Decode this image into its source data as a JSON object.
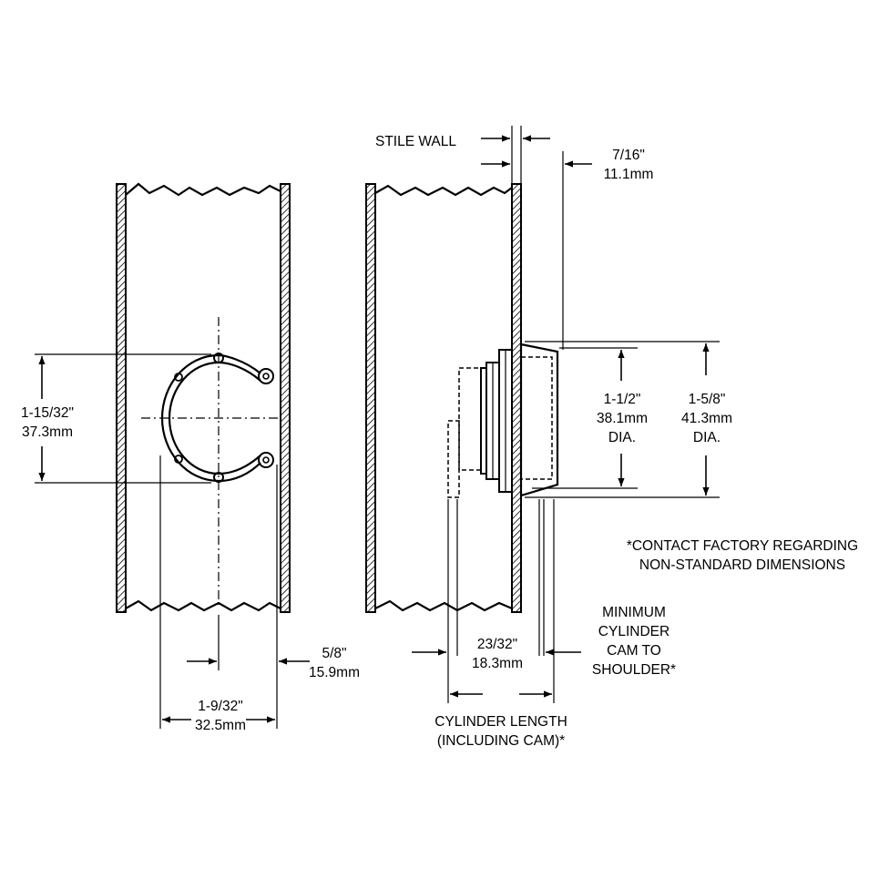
{
  "colors": {
    "line": "#000000",
    "background": "#ffffff"
  },
  "labels": {
    "stile_wall": "STILE WALL",
    "dim_7_16": {
      "in": "7/16\"",
      "mm": "11.1mm"
    },
    "dim_1_15_32": {
      "in": "1-15/32\"",
      "mm": "37.3mm"
    },
    "dim_1_1_2": {
      "in": "1-1/2\"",
      "mm": "38.1mm",
      "suffix": "DIA."
    },
    "dim_1_5_8": {
      "in": "1-5/8\"",
      "mm": "41.3mm",
      "suffix": "DIA."
    },
    "note": {
      "line1": "*CONTACT FACTORY REGARDING",
      "line2": "NON-STANDARD DIMENSIONS"
    },
    "min_cam": {
      "line1": "MINIMUM",
      "line2": "CYLINDER",
      "line3": "CAM TO",
      "line4": "SHOULDER*"
    },
    "dim_5_8": {
      "in": "5/8\"",
      "mm": "15.9mm"
    },
    "dim_23_32": {
      "in": "23/32\"",
      "mm": "18.3mm"
    },
    "dim_1_9_32": {
      "in": "1-9/32\"",
      "mm": "32.5mm"
    },
    "cyl_length": {
      "line1": "CYLINDER LENGTH",
      "line2": "(INCLUDING CAM)*"
    }
  }
}
